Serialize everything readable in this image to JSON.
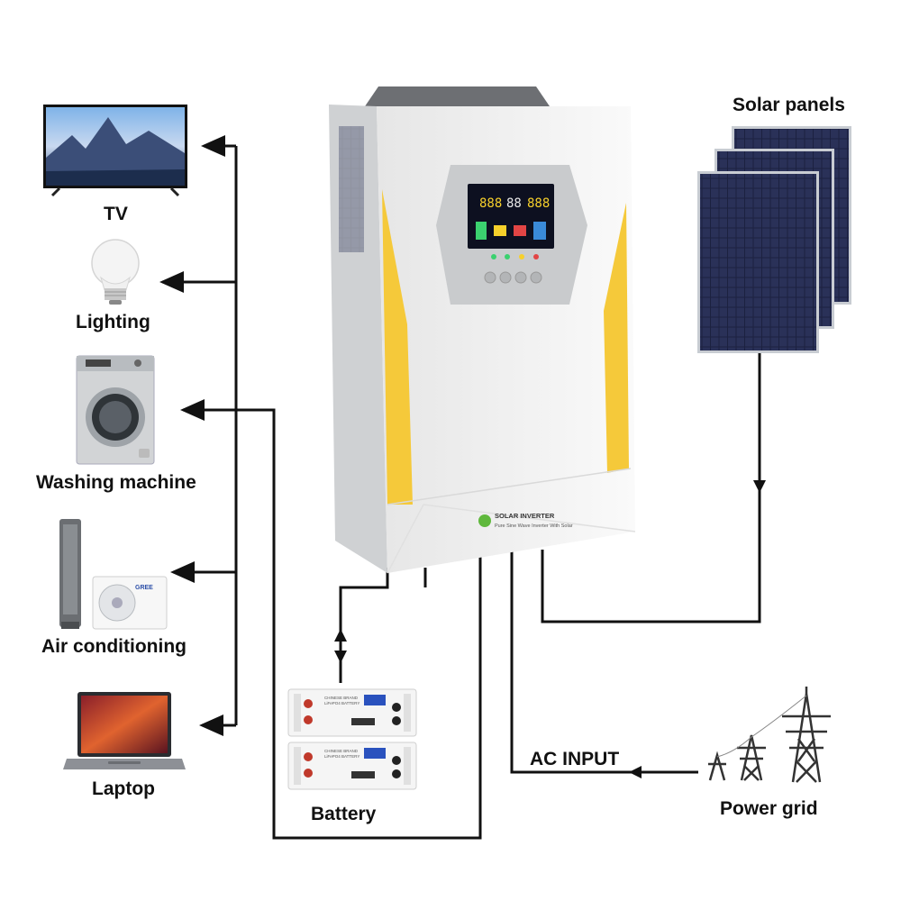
{
  "loads": {
    "tv": "TV",
    "lighting": "Lighting",
    "washing_machine": "Washing machine",
    "air_conditioning": "Air conditioning",
    "laptop": "Laptop"
  },
  "sources": {
    "solar_panels": "Solar panels",
    "power_grid": "Power grid",
    "ac_input": "AC INPUT",
    "battery": "Battery"
  },
  "inverter": {
    "brand_title": "SOLAR INVERTER",
    "brand_subtitle": "Pure Sine Wave Inverter With Solar",
    "display_digits": [
      "888",
      "88",
      "888"
    ]
  },
  "battery_module": {
    "label_line1": "CHINESE BRAND",
    "label_line2": "LiFePO4 BATTERY"
  },
  "ac_unit_brand": "GREE",
  "colors": {
    "wire": "#111111",
    "inverter_body": "#f2f2f2",
    "inverter_accent": "#f5c93a",
    "display_bg": "#0d1020",
    "solar_cell": "#1c2140"
  }
}
